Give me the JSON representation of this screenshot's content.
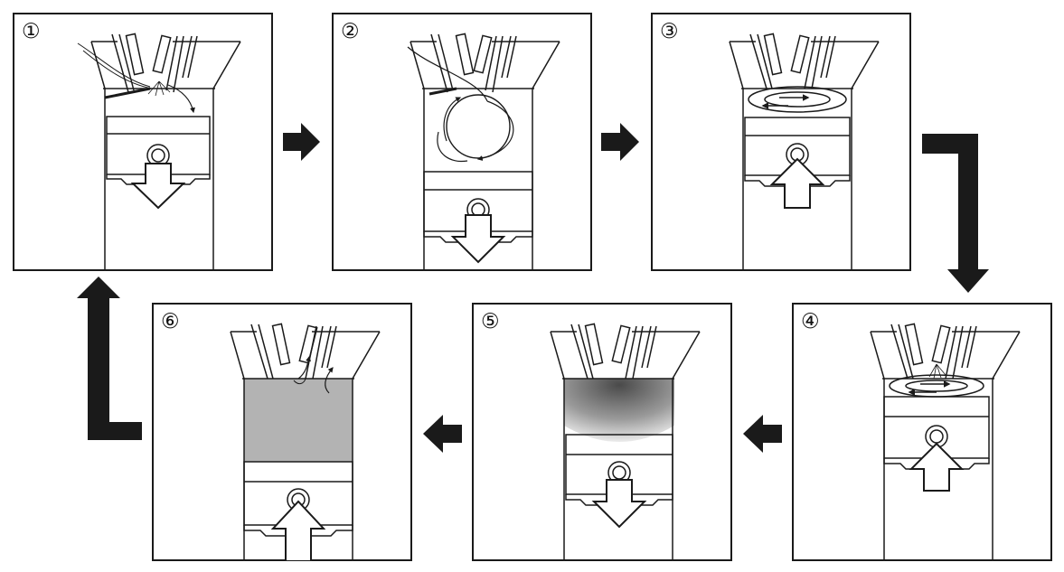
{
  "steps": [
    {
      "id": 1,
      "label": "①",
      "stage": "intake-injection"
    },
    {
      "id": 2,
      "label": "②",
      "stage": "intake-tumble"
    },
    {
      "id": 3,
      "label": "③",
      "stage": "compression-swirl"
    },
    {
      "id": 4,
      "label": "④",
      "stage": "compression-injection"
    },
    {
      "id": 5,
      "label": "⑤",
      "stage": "combustion"
    },
    {
      "id": 6,
      "label": "⑥",
      "stage": "exhaust"
    }
  ],
  "colors": {
    "line": "#1a1a1a",
    "gas": "#b3b3b3",
    "flame_center": "#555555",
    "flame_edge": "#e6e6e6"
  },
  "icons": {
    "flow_arrow": "arrow-right-icon",
    "piston_down": "arrow-down-icon",
    "piston_up": "arrow-up-icon"
  }
}
